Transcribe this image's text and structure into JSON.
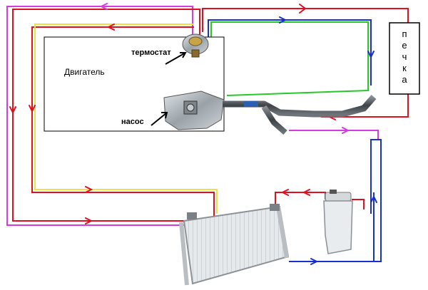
{
  "labels": {
    "thermostat": "термостат",
    "engine": "Двигатель",
    "pump": "насос",
    "heater_letters": [
      "п",
      "е",
      "ч",
      "к",
      "а"
    ]
  },
  "colors": {
    "red": "#e01020",
    "blue": "#1a2fd0",
    "green": "#27c827",
    "magenta": "#d43ce0",
    "yellow": "#f2e040",
    "outline": "#000000"
  }
}
